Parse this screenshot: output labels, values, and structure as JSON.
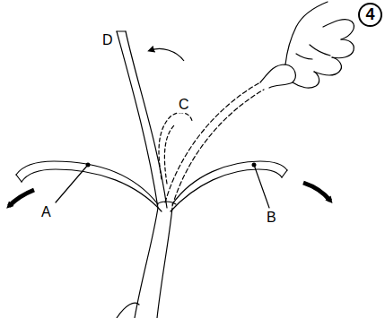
{
  "diagram": {
    "nodes": [
      {
        "text": [
          "4"
        ]
      }
    ],
    "labels": [
      "D",
      "C",
      "A",
      "B"
    ]
  }
}
